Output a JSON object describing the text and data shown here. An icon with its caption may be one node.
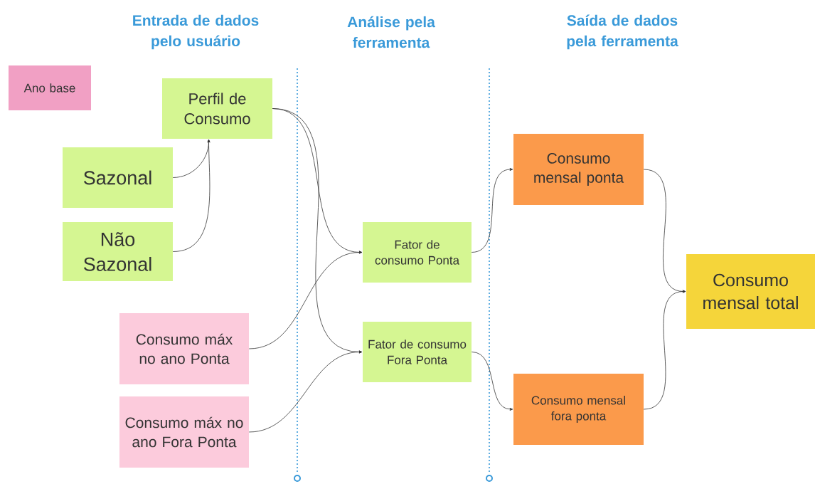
{
  "diagram": {
    "nodes": [
      {
        "text": [
          "Ano base"
        ]
      },
      {
        "text": [
          "Perfil de Consumo"
        ]
      },
      {
        "text": [
          "Sazonal"
        ]
      },
      {
        "text": [
          "Não Sazonal"
        ]
      },
      {
        "text": [
          "Consumo máx no ano Ponta"
        ]
      },
      {
        "text": [
          "Consumo máx no ano Fora Ponta"
        ]
      },
      {
        "text": [
          "Fator de consumo Ponta"
        ]
      },
      {
        "text": [
          "Fator de consumo Fora Ponta"
        ]
      },
      {
        "text": [
          "Consumo mensal ponta"
        ]
      },
      {
        "text": [
          "Consumo mensal fora ponta"
        ]
      },
      {
        "text": [
          "Consumo mensal total"
        ]
      }
    ],
    "edges": [
      {
        "from": 2,
        "to": 1,
        "arrow": "to"
      },
      {
        "from": 3,
        "to": 1,
        "arrow": "to"
      },
      {
        "from": 1,
        "to": 6,
        "arrow": "to"
      },
      {
        "from": 1,
        "to": 7,
        "arrow": "to"
      },
      {
        "from": 4,
        "to": 6,
        "arrow": "to"
      },
      {
        "from": 5,
        "to": 7,
        "arrow": "to"
      },
      {
        "from": 6,
        "to": 8,
        "arrow": "to"
      },
      {
        "from": 7,
        "to": 9,
        "arrow": "to"
      },
      {
        "from": 8,
        "to": 10,
        "arrow": "to"
      },
      {
        "from": 9,
        "to": 10,
        "arrow": "to"
      }
    ],
    "labels": [
      "Entrada de dados pelo usuário",
      "Análise pela ferramenta",
      "Saída de dados pela ferramenta"
    ]
  }
}
